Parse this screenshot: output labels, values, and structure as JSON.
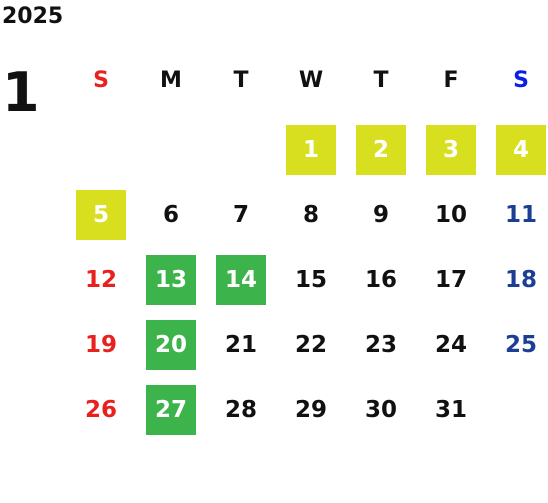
{
  "year": "2025",
  "month": "1",
  "weekdays": [
    "S",
    "M",
    "T",
    "W",
    "T",
    "F",
    "S"
  ],
  "weeks": [
    [
      "",
      "",
      "",
      "1",
      "2",
      "3",
      "4"
    ],
    [
      "5",
      "6",
      "7",
      "8",
      "9",
      "10",
      "11"
    ],
    [
      "12",
      "13",
      "14",
      "15",
      "16",
      "17",
      "18"
    ],
    [
      "19",
      "20",
      "21",
      "22",
      "23",
      "24",
      "25"
    ],
    [
      "26",
      "27",
      "28",
      "29",
      "30",
      "31",
      ""
    ]
  ],
  "highlights": {
    "yellow": [
      "1",
      "2",
      "3",
      "4",
      "5"
    ],
    "green": [
      "13",
      "14",
      "20",
      "27"
    ]
  },
  "colors": {
    "sunday": "#e8211e",
    "saturday": "#1c3f94",
    "saturday_header": "#0a1ee6",
    "yellow_highlight": "#d8df1f",
    "green_highlight": "#3cb44b",
    "text": "#111111"
  }
}
